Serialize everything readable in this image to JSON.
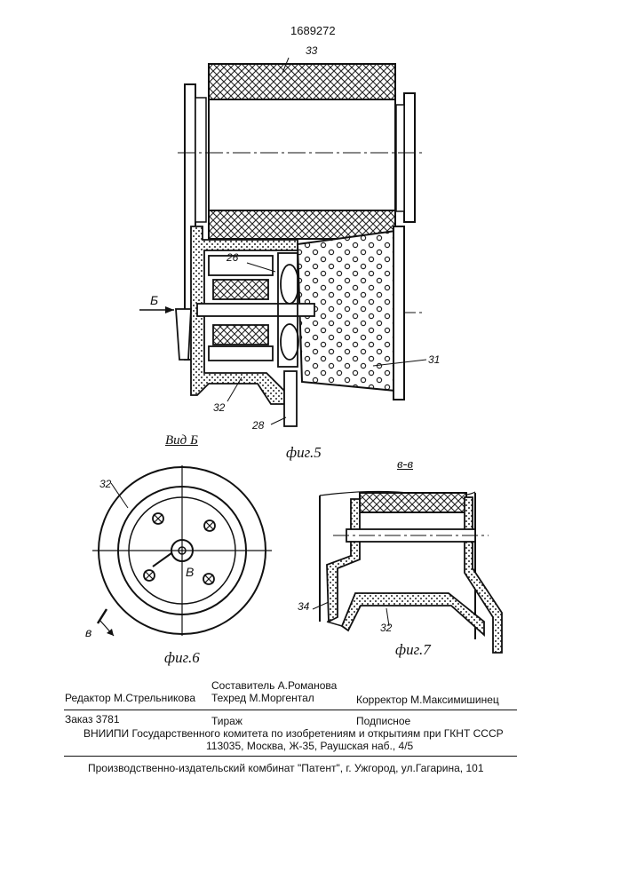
{
  "header": {
    "patent_number": "1689272"
  },
  "figures": {
    "fig5": {
      "caption": "фиг.5",
      "arrow_label": "Б",
      "labels": {
        "l33": "33",
        "l26": "26",
        "l31": "31",
        "l32": "32",
        "l28": "28"
      }
    },
    "fig6": {
      "title": "Вид Б",
      "caption": "фиг.6",
      "labels": {
        "l32": "32",
        "section_letter": "В",
        "section_letter_bottom": "в"
      }
    },
    "fig7": {
      "title": "в-в",
      "caption": "фиг.7",
      "labels": {
        "l34": "34",
        "l32": "32"
      }
    }
  },
  "footer": {
    "editor": "Редактор  М.Стрельникова",
    "compiler": "Составитель А.Романова",
    "techred": "Техред М.Моргентал",
    "corrector": "Корректор  М.Максимишинец",
    "order": "Заказ  3781",
    "circulation": "Тираж",
    "subscription": "Подписное",
    "org_line1": "ВНИИПИ Государственного комитета по изобретениям и открытиям при ГКНТ СССР",
    "org_line2": "113035, Москва, Ж-35, Раушская наб., 4/5",
    "publisher": "Производственно-издательский комбинат \"Патент\", г. Ужгород, ул.Гагарина, 101"
  }
}
